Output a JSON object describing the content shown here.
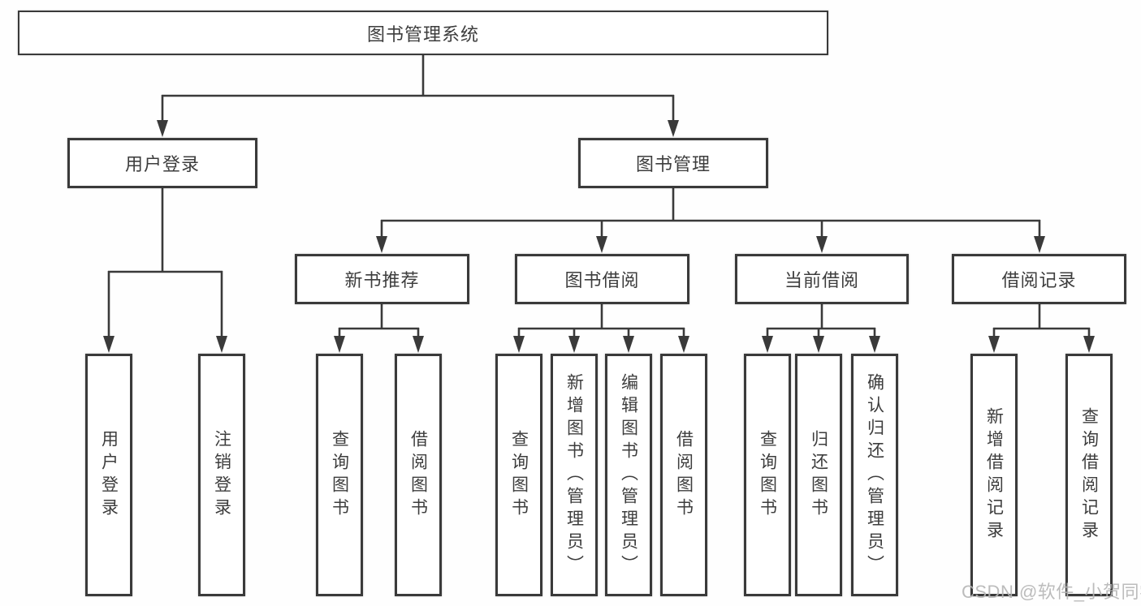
{
  "colors": {
    "page": "#fefefe",
    "line": "#3a3a3a",
    "text": "#3d3d3d",
    "box_background": "#ffffff",
    "watermark": "#b5b5b5"
  },
  "watermark": {
    "text": "CSDN @软件_小贺同学"
  },
  "tree": {
    "root": {
      "label": "图书管理系统"
    },
    "branches": [
      {
        "label": "用户登录",
        "children": [
          {
            "label": "用户登录"
          },
          {
            "label": "注销登录"
          }
        ]
      },
      {
        "label": "图书管理",
        "children": [
          {
            "label": "新书推荐",
            "children": [
              {
                "label": "查询图书"
              },
              {
                "label": "借阅图书"
              }
            ]
          },
          {
            "label": "图书借阅",
            "children": [
              {
                "label": "查询图书"
              },
              {
                "label": "新增图书（管理员）"
              },
              {
                "label": "编辑图书（管理员）"
              },
              {
                "label": "借阅图书"
              }
            ]
          },
          {
            "label": "当前借阅",
            "children": [
              {
                "label": "查询图书"
              },
              {
                "label": "归还图书"
              },
              {
                "label": "确认归还（管理员）"
              }
            ]
          },
          {
            "label": "借阅记录",
            "children": [
              {
                "label": "新增借阅记录"
              },
              {
                "label": "查询借阅记录"
              }
            ]
          }
        ]
      }
    ]
  }
}
